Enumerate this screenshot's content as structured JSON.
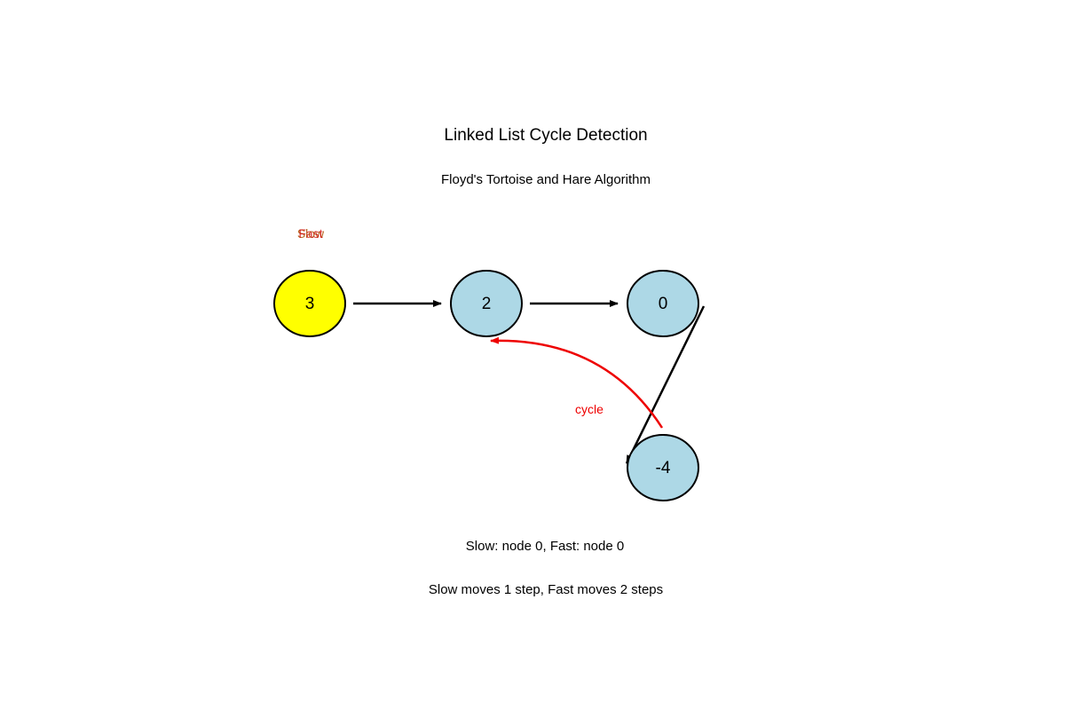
{
  "title": "Linked List Cycle Detection",
  "subtitle": "Floyd's Tortoise and Hare Algorithm",
  "nodes": [
    {
      "value": "3",
      "fill": "#ffff00"
    },
    {
      "value": "2",
      "fill": "#add8e6"
    },
    {
      "value": "0",
      "fill": "#add8e6"
    },
    {
      "value": "-4",
      "fill": "#add8e6"
    }
  ],
  "pointers": {
    "slow": {
      "label": "Slow",
      "color": "#b5651d"
    },
    "fast": {
      "label": "Fast",
      "color": "#d00000"
    }
  },
  "cycle": {
    "label": "cycle",
    "color": "#ee0000"
  },
  "status": {
    "position": "Slow: node 0, Fast: node 0",
    "rule": "Slow moves 1 step, Fast moves 2 steps"
  },
  "colors": {
    "edge": "#000000",
    "node_stroke": "#000000"
  }
}
